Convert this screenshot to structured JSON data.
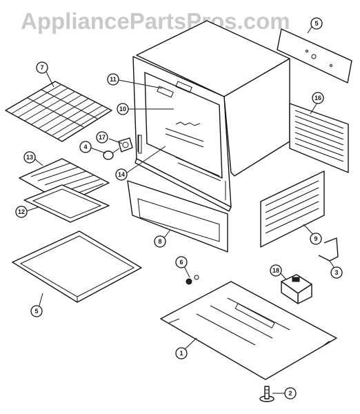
{
  "watermark": "AppliancePartsPros.com",
  "callouts": {
    "c1": "1",
    "c2": "2",
    "c3": "3",
    "c4": "4",
    "c5a": "5",
    "c5b": "5",
    "c6": "6",
    "c7": "7",
    "c8": "8",
    "c9": "9",
    "c10": "10",
    "c11": "11",
    "c12": "12",
    "c13": "13",
    "c14": "14",
    "c16": "16",
    "c17": "17",
    "c18": "18"
  }
}
